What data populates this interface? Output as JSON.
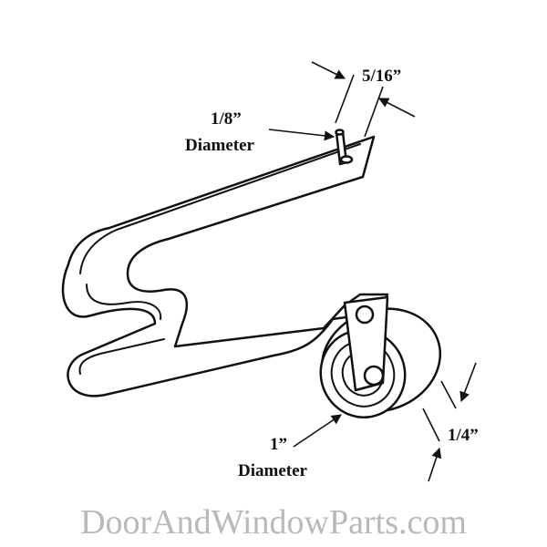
{
  "labels": {
    "pin_diameter_value": "1/8”",
    "pin_diameter_word": "Diameter",
    "pin_offset": "5/16”",
    "wheel_diameter_value": "1”",
    "wheel_diameter_word": "Diameter",
    "wheel_width": "1/4”"
  },
  "watermark": "DoorAndWindowParts.com",
  "colors": {
    "line": "#111111",
    "fill": "#ffffff",
    "watermark": "#b9b9b9"
  }
}
